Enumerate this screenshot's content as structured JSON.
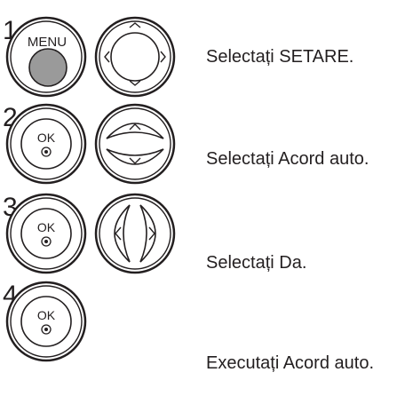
{
  "steps": [
    {
      "number": "1",
      "buttons": [
        "menu-button",
        "navigation-pad-icon"
      ],
      "button_text": "MENU",
      "instruction": "Selectați SETARE."
    },
    {
      "number": "2",
      "buttons": [
        "ok-button",
        "up-down-arrows-icon"
      ],
      "button_text": "OK",
      "instruction": "Selectați Acord auto."
    },
    {
      "number": "3",
      "buttons": [
        "ok-button",
        "left-right-arrows-icon"
      ],
      "button_text": "OK",
      "instruction": "Selectați Da."
    },
    {
      "number": "4",
      "buttons": [
        "ok-button"
      ],
      "button_text": "OK",
      "instruction": "Executați Acord auto."
    }
  ],
  "colors": {
    "menu_button_fill": "#9a9a9a",
    "outline": "#231f20",
    "text": "#231f20"
  }
}
